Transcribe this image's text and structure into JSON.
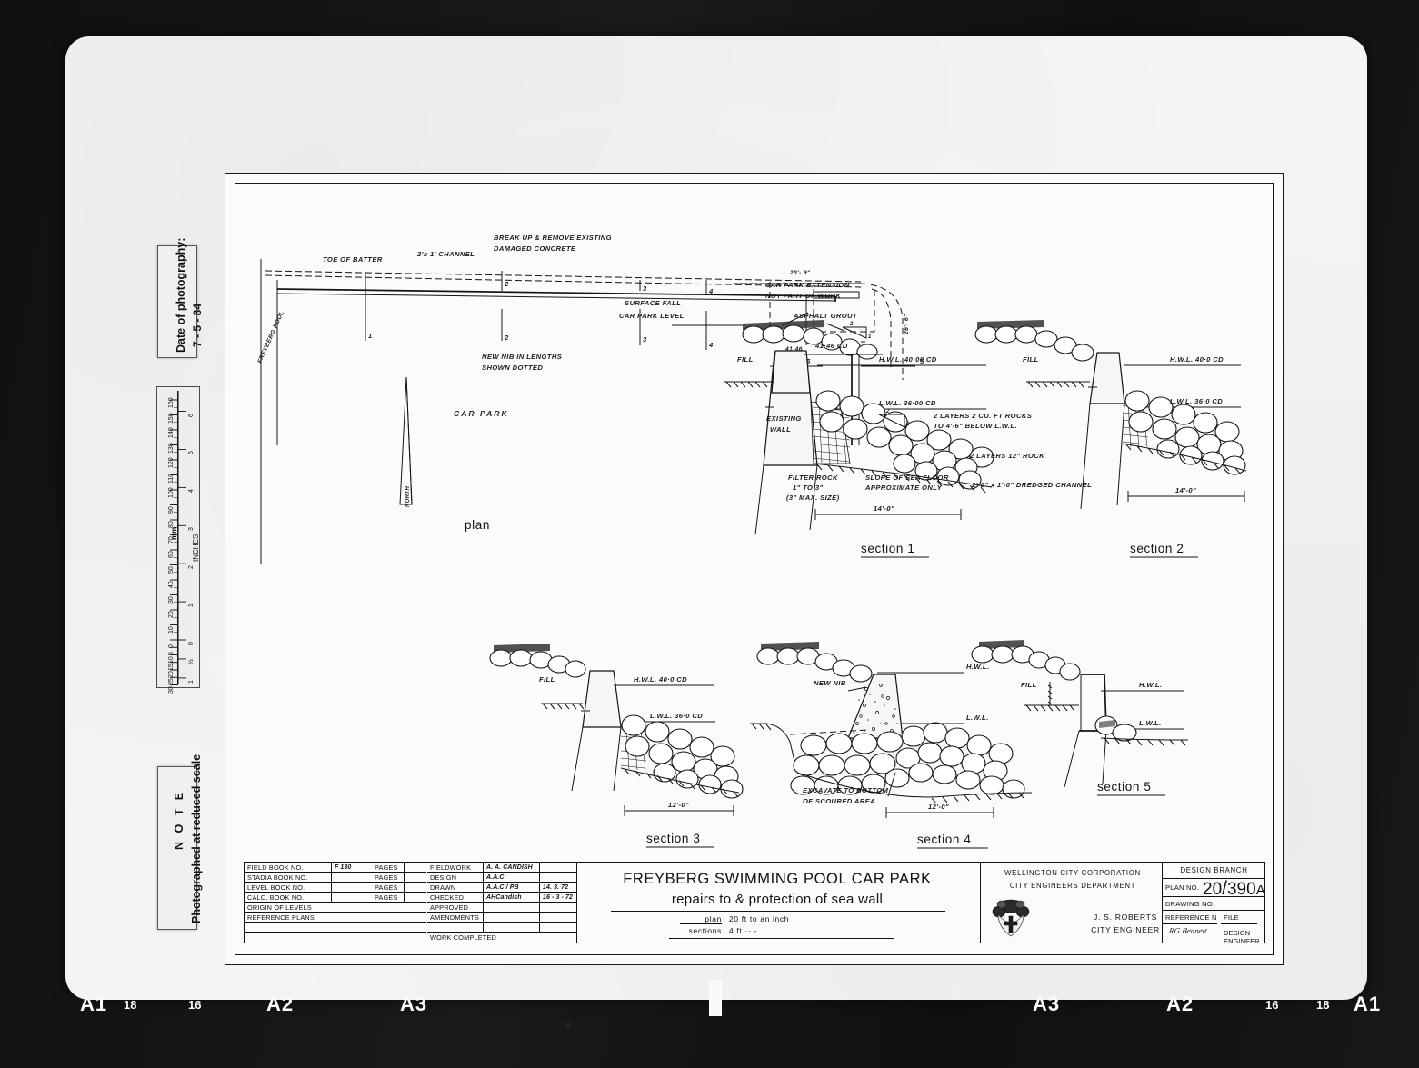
{
  "scan": {
    "left_margin": {
      "date_label": "Date of photography:",
      "date_value": "7 - 5 - 84",
      "note_label": "N O T E",
      "note_text": "Photographed at reduced scale",
      "ruler": {
        "unit_mm": "mm",
        "unit_in": "INCHES",
        "mm_ticks": [
          "30",
          "25",
          "20",
          "15",
          "10",
          "5",
          "0",
          "10",
          "20",
          "30",
          "40",
          "50",
          "60",
          "70",
          "80",
          "90",
          "100",
          "110",
          "120",
          "130",
          "140",
          "150",
          "160"
        ],
        "inch_ticks": [
          "1",
          "½",
          "0",
          "1",
          "2",
          "3",
          "4",
          "5",
          "6"
        ]
      }
    },
    "bottom_scale": {
      "left": [
        "A1",
        "18",
        "16",
        "A2",
        "A3"
      ],
      "right": [
        "A3",
        "A2",
        "16",
        "18",
        "A1"
      ]
    }
  },
  "drawing": {
    "plan": {
      "caption": "plan",
      "labels": {
        "freyberg_pool": "FREYBERG POOL",
        "toe_of_batter": "TOE OF BATTER",
        "channel": "2'x 1' CHANNEL",
        "break_up": "BREAK UP & REMOVE EXISTING",
        "break_up2": "DAMAGED CONCRETE",
        "new_nib": "NEW NIB IN LENGTHS",
        "new_nib2": "SHOWN DOTTED",
        "car_park": "CAR   PARK",
        "north": "NORTH",
        "dim_long": "23'- 9\"",
        "dim_ret": "26'- 6\""
      },
      "section_marks": [
        "1",
        "2",
        "3",
        "4",
        "5"
      ]
    },
    "sections": [
      {
        "id": "section-1",
        "caption": "section 1",
        "annotations": [
          "SURFACE FALL",
          "CAR PARK LEVEL",
          "CAR PARK EXTENSION",
          "NOT PART OF WORK",
          "ASPHALT GROUT",
          "41·46",
          "41·46 CD",
          "FILL",
          "H.W.L.     40·00 CD",
          "L.W.L.     36·00 CD",
          "EXISTING",
          "WALL",
          "FILTER ROCK",
          "1\" TO 3\"",
          "(3\" MAX. SIZE)",
          "SLOPE OF SEA FLOOR",
          "APPROXIMATE ONLY",
          "2 LAYERS  2 CU. FT ROCKS",
          "TO 4'-6\" BELOW  L.W.L.",
          "2 LAYERS 12\" ROCK",
          "2'-0\" x 1'-0\" DREDGED CHANNEL",
          "14'-0\"",
          "2",
          "1"
        ]
      },
      {
        "id": "section-2",
        "caption": "section 2",
        "annotations": [
          "FILL",
          "H.W.L.    40·0 CD",
          "L.W.L.   36·0 CD",
          "14'-0\""
        ]
      },
      {
        "id": "section-3",
        "caption": "section 3",
        "annotations": [
          "FILL",
          "H.W.L.     40·0 CD",
          "L.W.L.  36·0 CD",
          "12'-0\""
        ]
      },
      {
        "id": "section-4",
        "caption": "section 4",
        "annotations": [
          "NEW NIB",
          "H.W.L.",
          "L.W.L.",
          "EXCAVATE TO BOTTOM",
          "OF SCOURED AREA",
          "12'-0\""
        ]
      },
      {
        "id": "section-5",
        "caption": "section 5",
        "annotations": [
          "FILL",
          "H.W.L.",
          "L.W.L."
        ]
      }
    ]
  },
  "title_block": {
    "books": [
      {
        "label": "FIELD BOOK NO.",
        "value": "F 130",
        "pages": "PAGES"
      },
      {
        "label": "STADIA BOOK NO.",
        "value": "",
        "pages": "PAGES"
      },
      {
        "label": "LEVEL BOOK NO.",
        "value": "",
        "pages": "PAGES"
      },
      {
        "label": "CALC. BOOK NO.",
        "value": "",
        "pages": "PAGES"
      }
    ],
    "origin_of_levels": "ORIGIN OF LEVELS",
    "reference_plans": "REFERENCE PLANS",
    "roles": [
      {
        "label": "FIELDWORK",
        "by": "A. A. CANDISH",
        "date": ""
      },
      {
        "label": "DESIGN",
        "by": "A.A.C",
        "date": ""
      },
      {
        "label": "DRAWN",
        "by": "A.A.C / PB",
        "date": "14. 3. 72"
      },
      {
        "label": "CHECKED",
        "by": "AHCandish",
        "date": "16 - 3 - 72"
      },
      {
        "label": "APPROVED",
        "by": "",
        "date": ""
      },
      {
        "label": "AMENDMENTS",
        "by": "",
        "date": ""
      }
    ],
    "work_completed": "WORK COMPLETED",
    "title_main": "FREYBERG SWIMMING POOL CAR  PARK",
    "title_sub": "repairs to & protection of  sea wall",
    "scale_rows": [
      {
        "k": "plan",
        "v": "20 ft   to   an  inch"
      },
      {
        "k": "sections",
        "v": "4 ft      ··             -"
      }
    ],
    "authority_1": "WELLINGTON CITY CORPORATION",
    "authority_2": "CITY ENGINEERS DEPARTMENT",
    "engineer_name": "J. S. ROBERTS",
    "engineer_title": "CITY ENGINEER",
    "branch": "DESIGN   BRANCH",
    "plan_no_label": "PLAN NO.",
    "plan_no_value": "20/390 A",
    "plan_no_a": "20",
    "plan_no_b": "390",
    "plan_no_suffix": "A",
    "drawing_no_label": "DRAWING NO.",
    "drawing_no_value": "",
    "reference_no_label": "REFERENCE NO.",
    "file_label": "FILE",
    "design_engineer_label": "DESIGN ENGINEER",
    "design_engineer_sig": "RG Bennett"
  },
  "colors": {
    "card": "#141414",
    "sheet": "#f4f4f2",
    "ink": "#141414",
    "paper": "#fbfbf9"
  }
}
